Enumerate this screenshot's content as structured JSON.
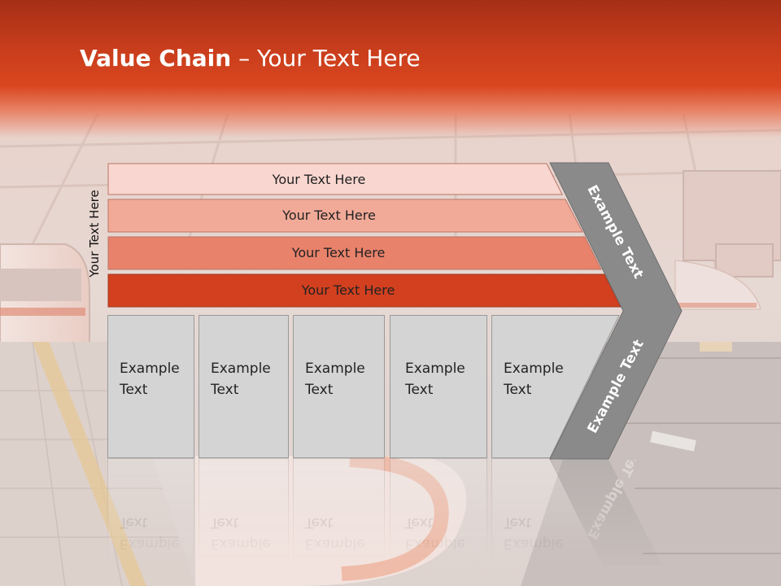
{
  "slide": {
    "title_bold": "Value Chain",
    "title_rest": " – Your Text Here",
    "side_label": "Your Text Here",
    "bars": [
      {
        "label": "Your Text Here",
        "color": "#f9d6cf"
      },
      {
        "label": "Your Text Here",
        "color": "#f2aa98"
      },
      {
        "label": "Your Text Here",
        "color": "#e9826b"
      },
      {
        "label": "Your Text Here",
        "color": "#d2401f"
      }
    ],
    "columns": [
      {
        "line1": "Example",
        "line2": "Text"
      },
      {
        "line1": "Example",
        "line2": "Text"
      },
      {
        "line1": "Example",
        "line2": "Text"
      },
      {
        "line1": "Example",
        "line2": "Text"
      },
      {
        "line1": "Example",
        "line2": "Text"
      }
    ],
    "chevron": {
      "top_label": "Example Text",
      "bottom_label": "Example Text",
      "color": "#8a8a8a"
    },
    "colors": {
      "header": "#c83d1c",
      "column_fill": "#d4d4d4",
      "column_stroke": "#9a9a9a"
    }
  }
}
